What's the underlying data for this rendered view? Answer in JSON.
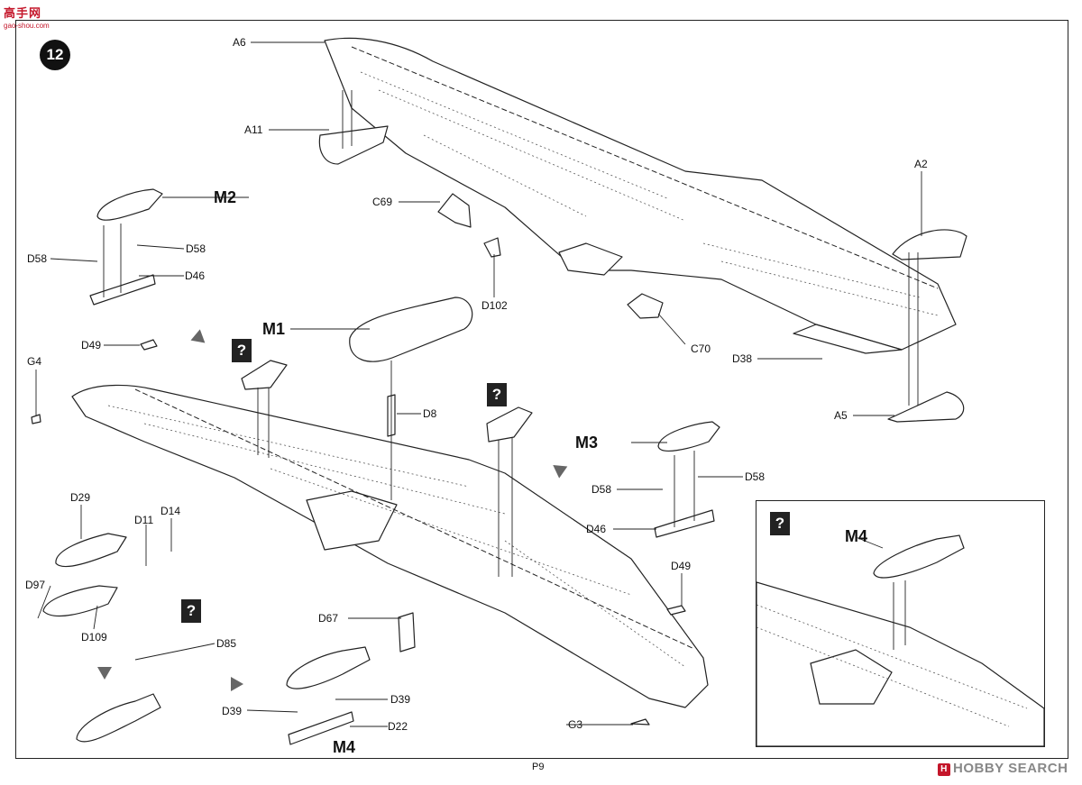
{
  "watermark": {
    "top": "高手网",
    "sub": "gao-shou.com"
  },
  "step_number": "12",
  "page_number": "P9",
  "brand": {
    "mark": "H",
    "text": "HOBBY SEARCH"
  },
  "callouts": {
    "A6": "A6",
    "A11": "A11",
    "A2": "A2",
    "A5": "A5",
    "C69": "C69",
    "C70": "C70",
    "D102": "D102",
    "D38": "D38",
    "G4": "G4",
    "G3": "G3",
    "D49a": "D49",
    "D49b": "D49",
    "D8": "D8",
    "D58a": "D58",
    "D58b": "D58",
    "D46a": "D46",
    "D58c": "D58",
    "D58d": "D58",
    "D46b": "D46",
    "D29": "D29",
    "D11": "D11",
    "D14": "D14",
    "D97": "D97",
    "D109": "D109",
    "D85": "D85",
    "D67": "D67",
    "D39a": "D39",
    "D39b": "D39",
    "D22": "D22"
  },
  "assemblies": {
    "M1": "M1",
    "M2": "M2",
    "M3": "M3",
    "M4a": "M4",
    "M4b": "M4"
  },
  "question_mark": "?"
}
